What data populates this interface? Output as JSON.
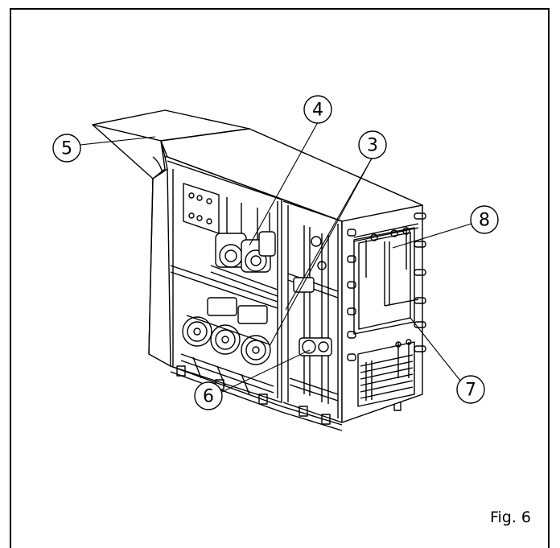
{
  "figure": {
    "caption": "Fig. 6",
    "callouts": [
      {
        "id": "callout-4",
        "label": "4"
      },
      {
        "id": "callout-3",
        "label": "3"
      },
      {
        "id": "callout-5",
        "label": "5"
      },
      {
        "id": "callout-8",
        "label": "8"
      },
      {
        "id": "callout-6",
        "label": "6"
      },
      {
        "id": "callout-7",
        "label": "7"
      }
    ]
  }
}
